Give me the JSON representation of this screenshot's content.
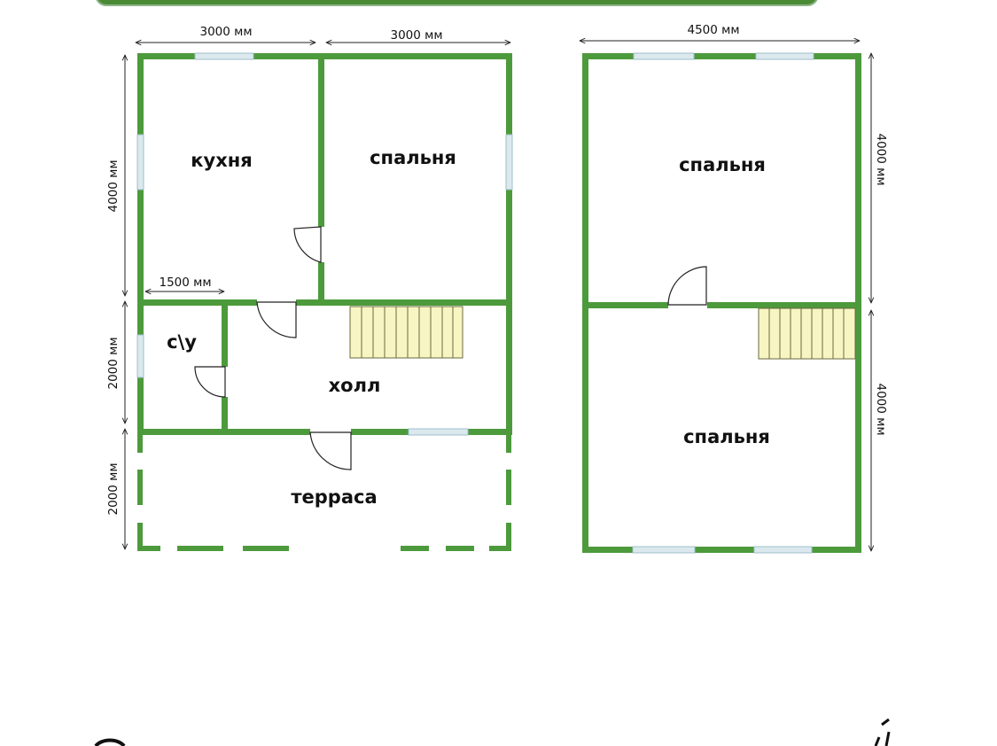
{
  "plan": {
    "first_floor": {
      "rooms": {
        "kitchen": "кухня",
        "bedroom": "спальня",
        "bathroom": "с\\у",
        "hall": "холл",
        "terrace": "терраса"
      },
      "dimensions": {
        "top_left": "3000 мм",
        "top_right": "3000 мм",
        "left_upper": "4000 мм",
        "inner": "1500 мм",
        "left_middle": "2000 мм",
        "left_lower": "2000 мм"
      }
    },
    "second_floor": {
      "rooms": {
        "bedroom_top": "спальня",
        "bedroom_bottom": "спальня"
      },
      "dimensions": {
        "top": "4500 мм",
        "right_upper": "4000 мм",
        "right_lower": "4000 мм"
      }
    }
  },
  "colors": {
    "wall": "#4d9a3c",
    "window": "#dbe9ee",
    "stairs": "#f7f5c2",
    "banner_fill": "#4a8a35"
  }
}
